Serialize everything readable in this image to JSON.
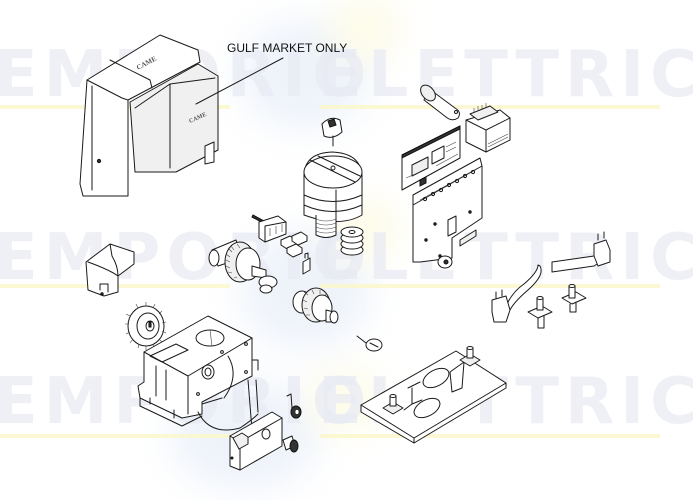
{
  "diagram": {
    "type": "exploded-parts-view",
    "subject": "sliding gate operator assembly",
    "callout_label": "GULF MARKET ONLY",
    "brand_logo_text": "CAME",
    "watermark": {
      "rows": [
        {
          "left": "EMPORIO",
          "right": "ELETTRICO"
        },
        {
          "left": "EMPORIO",
          "right": "ELETTRICO"
        },
        {
          "left": "EMPORIO",
          "right": "ELETTRICO"
        }
      ]
    },
    "parts": [
      {
        "id": "cover",
        "label": "housing cover with CAME logo"
      },
      {
        "id": "gulf-cover",
        "label": "front cover panel (gulf market only)"
      },
      {
        "id": "knob",
        "label": "release knob"
      },
      {
        "id": "capacitor",
        "label": "capacitor"
      },
      {
        "id": "transformer",
        "label": "transformer"
      },
      {
        "id": "control-board",
        "label": "control board"
      },
      {
        "id": "board-bracket",
        "label": "board mounting bracket"
      },
      {
        "id": "motor",
        "label": "motor"
      },
      {
        "id": "worm-gear",
        "label": "worm screw"
      },
      {
        "id": "spring",
        "label": "spring"
      },
      {
        "id": "connector",
        "label": "cable connector"
      },
      {
        "id": "terminals",
        "label": "terminal clips"
      },
      {
        "id": "fuse",
        "label": "fuse"
      },
      {
        "id": "drive-shaft",
        "label": "output shaft with gear"
      },
      {
        "id": "gear-2",
        "label": "intermediate gear"
      },
      {
        "id": "pinion",
        "label": "drive pinion"
      },
      {
        "id": "guard",
        "label": "pinion guard"
      },
      {
        "id": "gearbox",
        "label": "gearbox housing"
      },
      {
        "id": "release-cover",
        "label": "release lever cover"
      },
      {
        "id": "lock",
        "label": "lock cylinder"
      },
      {
        "id": "key",
        "label": "release key"
      },
      {
        "id": "limit-switch-1",
        "label": "limit switch lever"
      },
      {
        "id": "limit-switch-2",
        "label": "limit switch lever"
      },
      {
        "id": "bolts",
        "label": "levelling bolts"
      },
      {
        "id": "screw",
        "label": "screw"
      },
      {
        "id": "baseplate",
        "label": "foundation plate"
      }
    ]
  },
  "colors": {
    "line": "#1a1a1a",
    "watermark_text": "#e9ebf4",
    "watermark_band": "#fbf6c8",
    "background": "#ffffff"
  }
}
